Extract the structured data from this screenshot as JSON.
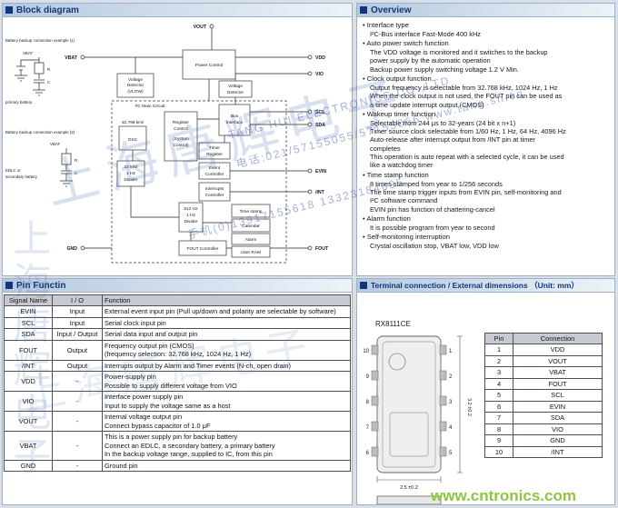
{
  "page": {
    "footer_url": "www.cntronics.com"
  },
  "watermark": {
    "cn_diag": "上海唐辉电子",
    "cn_vert": "上海唐辉电子",
    "cn_bottom": "上海唐辉电子",
    "en_line": "TANG HUI ELECTRONICS CO.,LTD",
    "contact1": "电话:021/57155055/57155066  www.tang.sh.cn",
    "contact2": "手机(0)13917155618  13323184695"
  },
  "block_diagram": {
    "title": "Block diagram",
    "pins": {
      "vout": "VOUT",
      "vdd": "VDD",
      "vio": "VIO",
      "vbat": "VBAT",
      "scl": "SCL",
      "sda": "SDA",
      "evin": "EVIN",
      "int": "/INT",
      "fout": "FOUT",
      "gnd": "GND"
    },
    "boxes": {
      "power_control": "Power Control",
      "vdet1_l1": "Voltage",
      "vdet1_l2": "Detector",
      "vdet1_l3": "(VLOW)",
      "vdet2_l1": "Voltage",
      "vdet2_l2": "Detector",
      "osc_freq": "32.768 kHz",
      "osc": "OSC",
      "regctl_l1": "Register",
      "regctl_l2": "Control",
      "regctl_l3": "(System",
      "regctl_l4": "Control)",
      "bus_l1": "Bus",
      "bus_l2": "Interface",
      "timer_l1": "Timer",
      "timer_l2": "Register",
      "event_l1": "Event",
      "event_l2": "Controller",
      "intc_l1": "Interrupts",
      "intc_l2": "Controller",
      "div1_l1": "32 kHz",
      "div1_l2": "1 Hz",
      "div1_l3": "Divider",
      "div2_l1": "512 Hz",
      "div2_l2": "1 Hz",
      "div2_l3": "Divider",
      "stack1": "Time stamp",
      "stack2": "Calendar",
      "stack3": "Alarm",
      "stack4": "User RAM",
      "fout_ctrl": "FOUT Controller",
      "main_circuit": "I²C Main Circuit"
    },
    "battery": {
      "ex1_title": "Battery backup connection example (1)",
      "ex1_type": "primary battery",
      "ex2_title": "Battery backup connection example (2)",
      "ex2_type_l1": "EDLC or",
      "ex2_type_l2": "secondary battery",
      "vbat": "VBAT",
      "r": "R",
      "c": "C"
    }
  },
  "overview": {
    "title": "Overview",
    "items": [
      {
        "heading": "Interface type",
        "body": "I²C-Bus interface Fast-Mode 400 kHz"
      },
      {
        "heading": "Auto power switch function",
        "body": "The VDD voltage is monitored and it switches to the backup\npower supply by the automatic operation\nBackup power supply switching voltage 1.2 V Min."
      },
      {
        "heading": "Clock output function",
        "body": "Output frequency is selectable from 32.768 kHz, 1024 Hz, 1 Hz\nWhen the clock output is not used, the FOUT pin can be used as\na time update interrupt output (CMOS)"
      },
      {
        "heading": "Wakeup timer function",
        "body": "Selectable from 244 μs to 32-years (24 bit x n+1)\nTimer source clock selectable from 1/60 Hz, 1 Hz, 64 Hz, 4096 Hz\nAuto-release after interrupt output from /INT pin at timer\ncompletes\nThis operation is auto repeat with a selected cycle, it can be used\nlike a watchdog timer"
      },
      {
        "heading": "Time stamp function",
        "body": "8 times stamped from year to 1/256 seconds\nThe time stamp trigger inputs from EVIN pin, self-monitoring and\nI²C software command\nEVIN pin has function of chattering-cancel"
      },
      {
        "heading": "Alarm function",
        "body": "It is possible program from year to second"
      },
      {
        "heading": "Self-monitoring interruption",
        "body": "Crystal oscillation stop, VBAT low, VDD low"
      }
    ]
  },
  "pin_function": {
    "title": "Pin Functin",
    "headers": [
      "Signal Name",
      "I / O",
      "Function"
    ],
    "rows": [
      {
        "name": "EVIN",
        "io": "Input",
        "func": "External event input pin (Pull up/down and polarity are selectable by software)"
      },
      {
        "name": "SCL",
        "io": "Input",
        "func": "Serial clock input pin"
      },
      {
        "name": "SDA",
        "io": "Input / Output",
        "func": "Serial data input and output pin"
      },
      {
        "name": "FOUT",
        "io": "Output",
        "func": "Frequency output pin (CMOS)\n(frequency selection: 32.768 kHz, 1024 Hz, 1 Hz)"
      },
      {
        "name": "/INT",
        "io": "Output",
        "func": "Interrupts output by Alarm and Timer events (N-ch, open drain)"
      },
      {
        "name": "VDD",
        "io": "-",
        "func": "Power-supply pin\nPossible to supply different voltage from VIO"
      },
      {
        "name": "VIO",
        "io": "-",
        "func": "Interface power supply pin\nInput to supply the voltage same as a host"
      },
      {
        "name": "VOUT",
        "io": "-",
        "func": "Internal voltage output pin\nConnect bypass capacitor of 1.0 μF"
      },
      {
        "name": "VBAT",
        "io": "-",
        "func": "This is a power supply pin for backup battery\nConnect an EDLC, a secondary battery, a primary battery\nIn the backup voltage range, supplied to IC, from this pin"
      },
      {
        "name": "GND",
        "io": "-",
        "func": "Ground pin"
      }
    ]
  },
  "terminal": {
    "title": "Terminal connection / External dimensions （Unit: mm）",
    "chip_label": "RX8111CE",
    "dim_width": "2.5 ±0.2",
    "dim_height": "3.2 ±0.2",
    "left_pins": [
      "10",
      "9",
      "8",
      "7",
      "6"
    ],
    "right_pins": [
      "1",
      "2",
      "3",
      "4",
      "5"
    ],
    "table": {
      "headers": [
        "Pin",
        "Connection"
      ],
      "rows": [
        {
          "pin": "1",
          "conn": "VDD"
        },
        {
          "pin": "2",
          "conn": "VOUT"
        },
        {
          "pin": "3",
          "conn": "VBAT"
        },
        {
          "pin": "4",
          "conn": "FOUT"
        },
        {
          "pin": "5",
          "conn": "SCL"
        },
        {
          "pin": "6",
          "conn": "EVIN"
        },
        {
          "pin": "7",
          "conn": "SDA"
        },
        {
          "pin": "8",
          "conn": "VIO"
        },
        {
          "pin": "9",
          "conn": "GND"
        },
        {
          "pin": "10",
          "conn": "/INT"
        }
      ]
    }
  }
}
